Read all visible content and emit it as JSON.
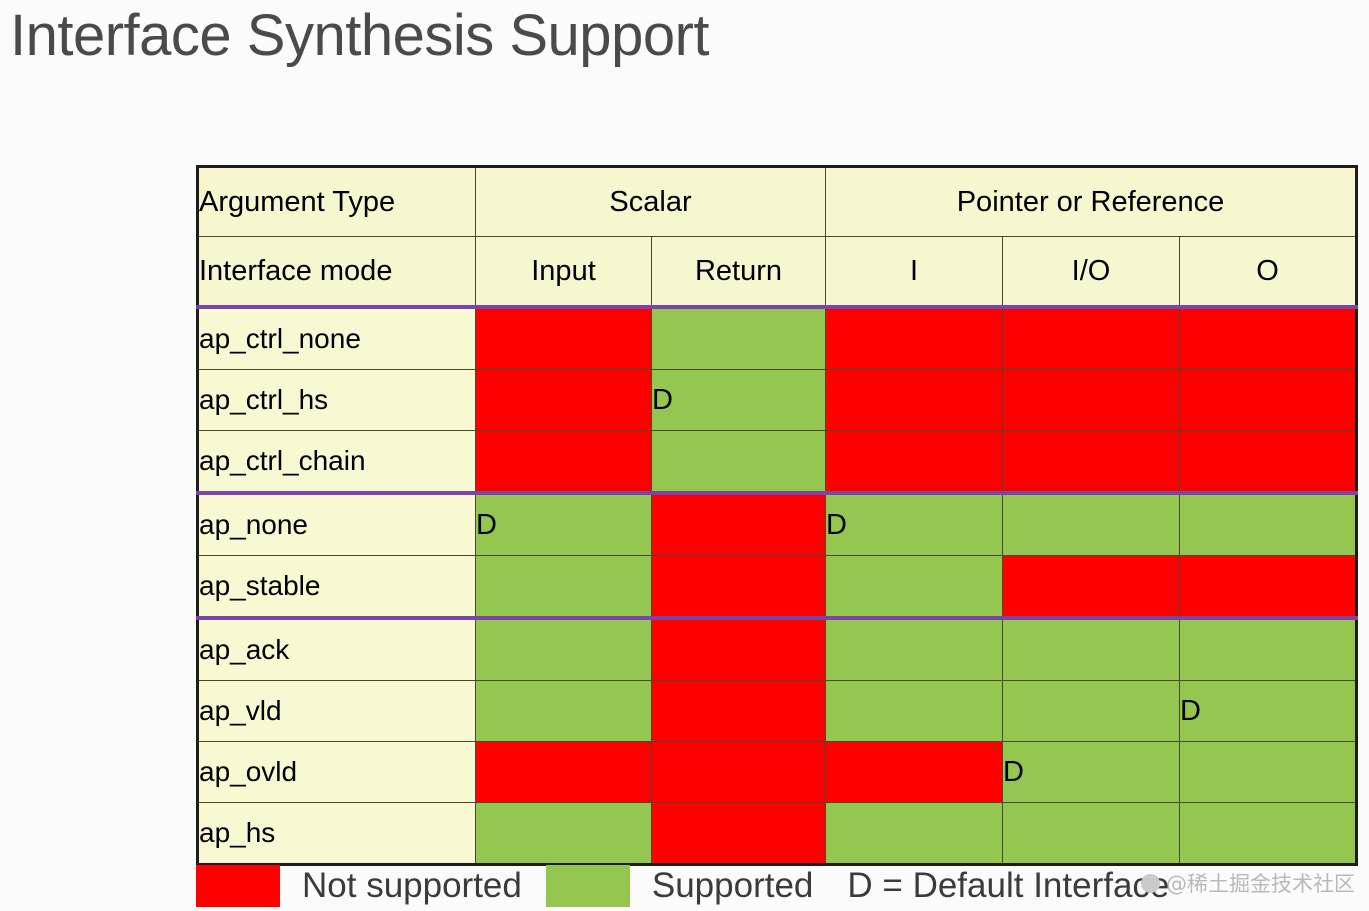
{
  "slide": {
    "title": "Interface Synthesis Support"
  },
  "table": {
    "header_row1": {
      "corner": "Argument Type",
      "groups": [
        {
          "label": "Scalar",
          "span": 2
        },
        {
          "label": "Pointer or Reference",
          "span": 3
        }
      ]
    },
    "header_row2": {
      "corner": "Interface mode",
      "columns": [
        "Input",
        "Return",
        "I",
        "I/O",
        "O"
      ]
    },
    "rows": [
      {
        "label": "ap_ctrl_none",
        "group_separator_above": true,
        "cells": [
          {
            "state": "red",
            "mark": ""
          },
          {
            "state": "green",
            "mark": ""
          },
          {
            "state": "red",
            "mark": ""
          },
          {
            "state": "red",
            "mark": ""
          },
          {
            "state": "red",
            "mark": ""
          }
        ]
      },
      {
        "label": "ap_ctrl_hs",
        "group_separator_above": false,
        "cells": [
          {
            "state": "red",
            "mark": ""
          },
          {
            "state": "green",
            "mark": "D"
          },
          {
            "state": "red",
            "mark": ""
          },
          {
            "state": "red",
            "mark": ""
          },
          {
            "state": "red",
            "mark": ""
          }
        ]
      },
      {
        "label": "ap_ctrl_chain",
        "group_separator_above": false,
        "cells": [
          {
            "state": "red",
            "mark": ""
          },
          {
            "state": "green",
            "mark": ""
          },
          {
            "state": "red",
            "mark": ""
          },
          {
            "state": "red",
            "mark": ""
          },
          {
            "state": "red",
            "mark": ""
          }
        ]
      },
      {
        "label": "ap_none",
        "group_separator_above": true,
        "cells": [
          {
            "state": "green",
            "mark": "D"
          },
          {
            "state": "red",
            "mark": ""
          },
          {
            "state": "green",
            "mark": "D"
          },
          {
            "state": "green",
            "mark": ""
          },
          {
            "state": "green",
            "mark": ""
          }
        ]
      },
      {
        "label": "ap_stable",
        "group_separator_above": false,
        "cells": [
          {
            "state": "green",
            "mark": ""
          },
          {
            "state": "red",
            "mark": ""
          },
          {
            "state": "green",
            "mark": ""
          },
          {
            "state": "red",
            "mark": ""
          },
          {
            "state": "red",
            "mark": ""
          }
        ]
      },
      {
        "label": "ap_ack",
        "group_separator_above": true,
        "cells": [
          {
            "state": "green",
            "mark": ""
          },
          {
            "state": "red",
            "mark": ""
          },
          {
            "state": "green",
            "mark": ""
          },
          {
            "state": "green",
            "mark": ""
          },
          {
            "state": "green",
            "mark": ""
          }
        ]
      },
      {
        "label": "ap_vld",
        "group_separator_above": false,
        "cells": [
          {
            "state": "green",
            "mark": ""
          },
          {
            "state": "red",
            "mark": ""
          },
          {
            "state": "green",
            "mark": ""
          },
          {
            "state": "green",
            "mark": ""
          },
          {
            "state": "green",
            "mark": "D"
          }
        ]
      },
      {
        "label": "ap_ovld",
        "group_separator_above": false,
        "cells": [
          {
            "state": "red",
            "mark": ""
          },
          {
            "state": "red",
            "mark": ""
          },
          {
            "state": "red",
            "mark": ""
          },
          {
            "state": "green",
            "mark": "D"
          },
          {
            "state": "green",
            "mark": ""
          }
        ]
      },
      {
        "label": "ap_hs",
        "group_separator_above": false,
        "cells": [
          {
            "state": "green",
            "mark": ""
          },
          {
            "state": "red",
            "mark": ""
          },
          {
            "state": "green",
            "mark": ""
          },
          {
            "state": "green",
            "mark": ""
          },
          {
            "state": "green",
            "mark": ""
          }
        ]
      }
    ]
  },
  "legend": {
    "not_supported_label": "Not supported",
    "supported_label": "Supported",
    "default_note": "D = Default Interface"
  },
  "watermark": {
    "text": "@稀土掘金技术社区"
  },
  "colors": {
    "not_supported": "#fe0000",
    "supported": "#95c650",
    "header_fill": "#f8f6cf",
    "row_label_fill": "#f8f8d2",
    "group_separator": "#7a44a8",
    "title_text": "#4a4a4a"
  }
}
